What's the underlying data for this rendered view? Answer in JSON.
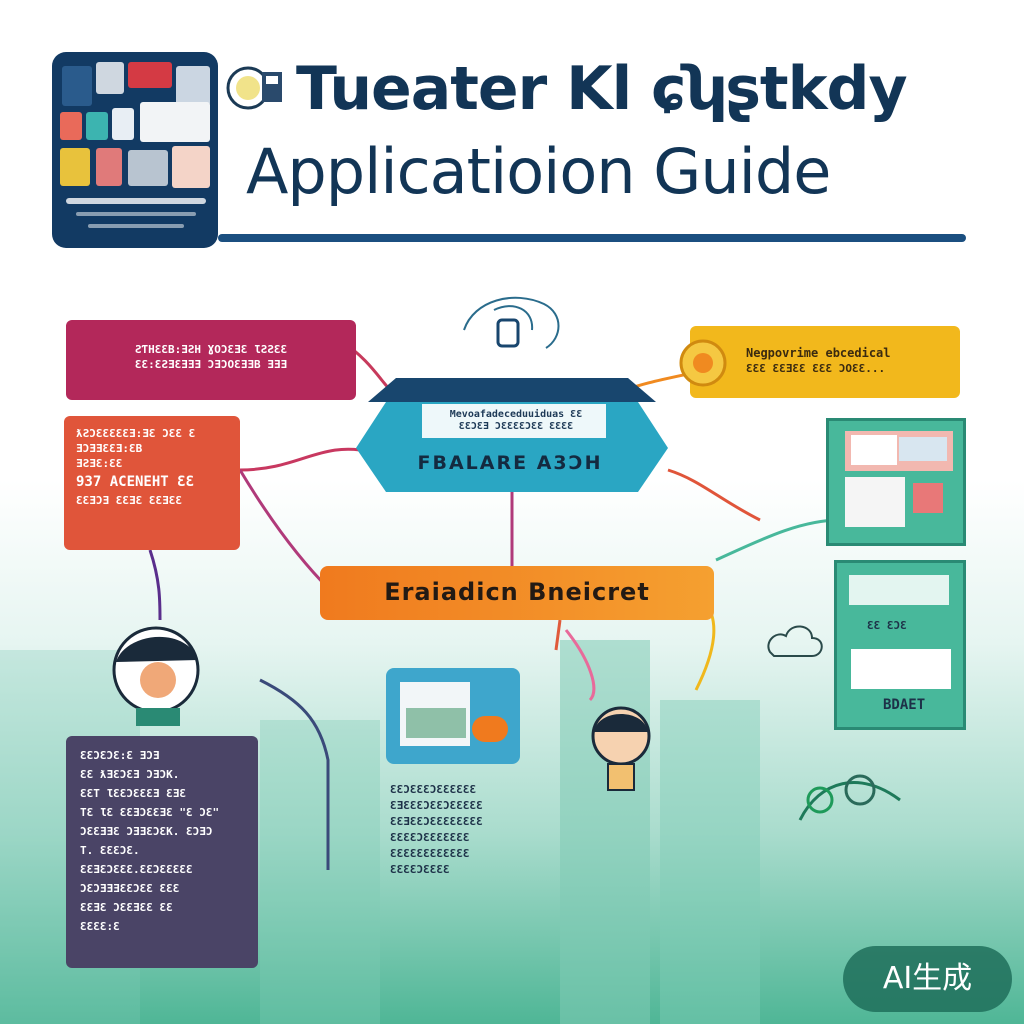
{
  "header": {
    "title_line1": "Tueater Kl ɕʮʂtkdy",
    "title_line2": "Applicatioion Guide"
  },
  "cards": {
    "magenta": [
      "ƧƬHƐƐB:ƎƧH ƔOƆƐƎƐ ƖƧƧƐƐ",
      "ƐƐ:ƐƧƎƐƎƎƎ ƆƎƆOƐƎƎB ƎƎƎ"
    ],
    "red": [
      "ƛƧƆƐƐƐƐƐƎ:ƎƐ ƆƐƐ Ɛ",
      "ƎƆƎƎƐƐƎ:ƐB",
      "ƎƧƎƐ:ƐƐ",
      "937 ACENEHT ƐƐ",
      "ƐƐƎƆƎ ƐƐƎƐ ƐƐƎƐƐ"
    ],
    "yellow": [
      "Negpovrime ebcedical",
      "ƐƐƐ ƐƐƎƐƐ ƐƐƐ ƆOƐƐ..."
    ],
    "purple": [
      "ƐƐƆƐƆƐ:Ɛ ƎƆƎ",
      "ƐƐ ƛƎƐƆƐƎ ƆƎƆK.",
      "ƐƐT ƖƐƐƆƐƐƐƎ ƐƎƐ",
      "TƐ ƖƐ ƐƐƎƆƐƐƎƐ \"Ɛ ƆƐ\"",
      "ƆƐƐƎƎƐ ƆƎƎƐƆƐK. ƐƆƎƆ",
      "T. ƐƐƐƆƐ.",
      "ƐƐƎƐƆƐƐƐ.ƐƐƆƐƐƐƐƐ",
      "ƆƐƆƎƎƎƐƐƆƐƐ ƐƐƐ",
      "ƐƐƎƐ ƆƐƐƎƐƐ ƐƐ",
      "ƐƐƐƐ:Ɛ"
    ]
  },
  "hub": {
    "note_line1": "Mevoafadeceduuiduas ƐƐ",
    "note_line2": "ƐƐƆƐƎ ƆƐƐƐƐƆƐƐ ƐƐƐƐ",
    "label": "FBALARE A3ƆH"
  },
  "center_bar": {
    "label": "Eraiadicn Bneicret"
  },
  "center_text": [
    "ƐƐƆƐƐƐƆƐƐƐƐƐƐ",
    "ƐƎƐƐƐƆƐƐƆƐƐƐƐƐ",
    "ƐƐƎƐƐƆƐƐƐƐƐƐƐƐ",
    "ƐƐƐƐƆƐƐƐƐƐƐƐ",
    "ƐƐƐƐƐƐƐƐƐƐƐƐ",
    "ƐƐƐƐƆƐƐƐƐ"
  ],
  "right_panels": {
    "lower_caption": "BDAET",
    "lower_text": "ƐƐ ƐƆƐ"
  },
  "badge": {
    "label": "AI生成"
  },
  "colors": {
    "navy": "#123556",
    "magenta": "#b3285a",
    "red": "#e0553a",
    "yellow": "#f2b81c",
    "purple": "#4a4466",
    "teal": "#48b89b",
    "hub": "#2aa6c3",
    "orange": "#f07a1e"
  }
}
